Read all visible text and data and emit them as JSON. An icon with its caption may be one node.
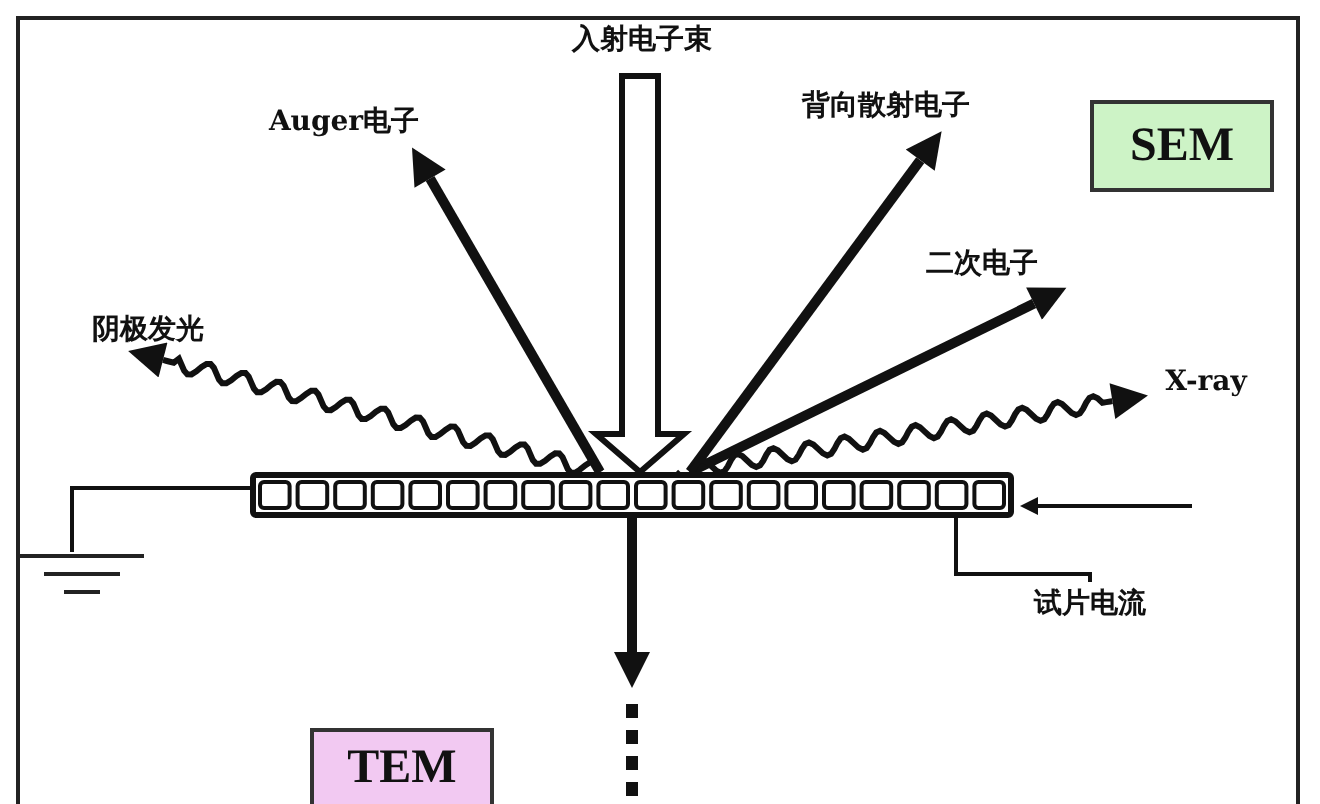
{
  "diagram": {
    "nodes": [
      {
        "text": [
          "入射电子束"
        ]
      },
      {
        "text": [
          "Auger电子"
        ]
      },
      {
        "text": [
          "背向散射电子"
        ]
      },
      {
        "text": [
          "SEM"
        ]
      },
      {
        "text": [
          "阴极发光"
        ]
      },
      {
        "text": [
          "二次电子"
        ]
      },
      {
        "text": [
          "X-ray"
        ]
      },
      {
        "text": [],
        "shape": "bar"
      },
      {
        "text": [],
        "shape": "ground"
      },
      {
        "text": [
          "试片电流"
        ]
      },
      {
        "text": [
          "TEM"
        ]
      }
    ],
    "edges": [
      {
        "from": 0,
        "to": 7,
        "arrow": "to"
      },
      {
        "from": 7,
        "to": 1,
        "arrow": "to"
      },
      {
        "from": 7,
        "to": 2,
        "arrow": "to"
      },
      {
        "from": 7,
        "to": 5,
        "arrow": "to"
      },
      {
        "from": 7,
        "to": 6,
        "arrow": "to"
      },
      {
        "from": 7,
        "to": 4,
        "arrow": "to"
      },
      {
        "from": 7,
        "to": null,
        "arrow": "to"
      },
      {
        "from": 7,
        "to": 8,
        "arrow": "none"
      },
      {
        "from": null,
        "to": 7,
        "arrow": "to"
      },
      {
        "from": 9,
        "to": 7,
        "arrow": "none"
      }
    ]
  }
}
